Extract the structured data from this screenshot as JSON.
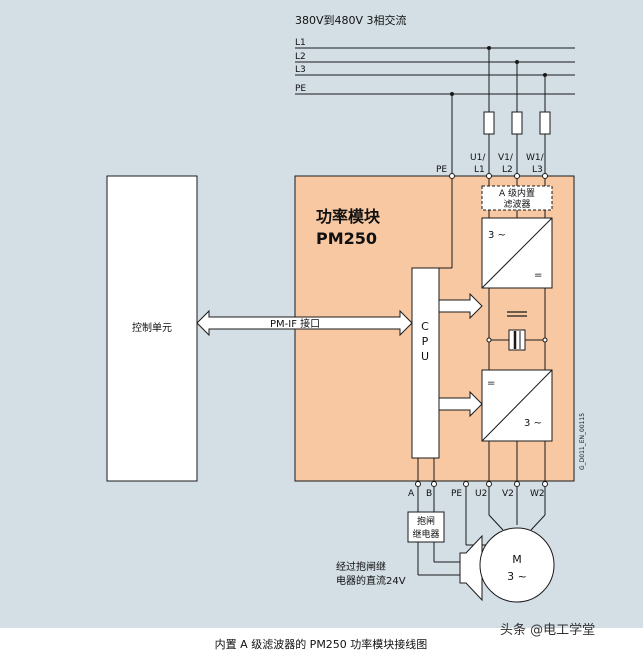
{
  "supply_label": "380V到480V 3相交流",
  "lines": [
    "L1",
    "L2",
    "L3",
    "PE"
  ],
  "pe_top_label": "PE",
  "terminal_labels_top": [
    {
      "line1": "U1/",
      "line2": "L1"
    },
    {
      "line1": "V1/",
      "line2": "L2"
    },
    {
      "line1": "W1/",
      "line2": "L3"
    }
  ],
  "filter": {
    "line1": "A 级内置",
    "line2": "滤波器"
  },
  "module_title": {
    "line1": "功率模块",
    "line2": "PM250"
  },
  "control_unit_label": "控制单元",
  "interface_label": "PM-IF  接口",
  "cpu_letters": [
    "C",
    "P",
    "U"
  ],
  "rectifier_label": "3 ~",
  "rectifier_symbol": "=",
  "inverter_symbol": "=",
  "inverter_label": "3 ~",
  "bottom_terminals": [
    "A",
    "B",
    "PE",
    "U2",
    "V2",
    "W2"
  ],
  "brake_relay": {
    "line1": "抱闸",
    "line2": "继电器"
  },
  "brake_note": {
    "line1": "经过抱闸继",
    "line2": "电器的直流24V"
  },
  "motor": {
    "line1": "M",
    "line2": "3 ~"
  },
  "figure_id": "G_D011_EN_00115",
  "caption": "内置 A 级滤波器的 PM250 功率模块接线图",
  "watermark": "头条 @电工学堂",
  "colors": {
    "background": "#d3dee5",
    "module": "#f8c8a2",
    "white": "#ffffff"
  }
}
